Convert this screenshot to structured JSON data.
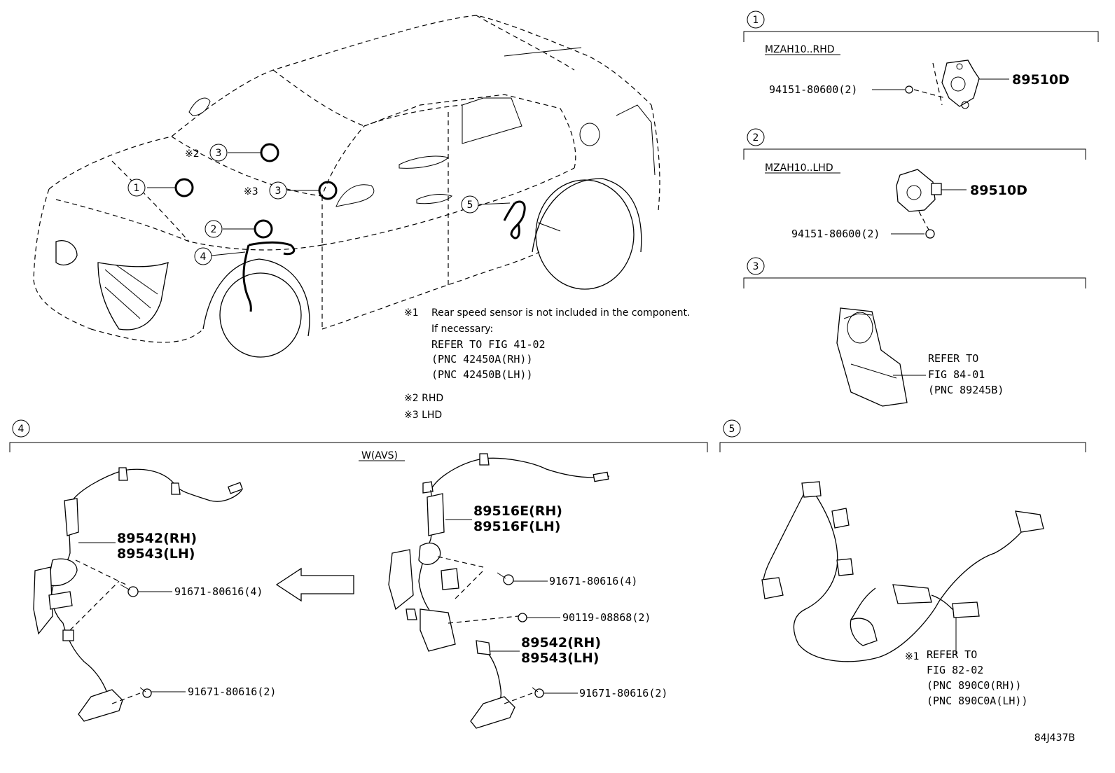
{
  "diagram_id": "84J437B",
  "callouts": {
    "c1": "1",
    "c2": "2",
    "c3": "3",
    "c4": "4",
    "c5": "5"
  },
  "car_labels": {
    "rhd_mark": "※2",
    "lhd_mark": "※3"
  },
  "notes": {
    "n1_mark": "※1",
    "n1_text": "Rear speed sensor is not included in the component.",
    "n1_l2": "If necessary:",
    "n1_l3": "REFER TO FIG 41-02",
    "n1_l4": "(PNC 42450A(RH))",
    "n1_l5": "(PNC 42450B(LH))",
    "n2": "※2 RHD",
    "n3": "※3 LHD"
  },
  "section1": {
    "variant": "MZAH10..RHD",
    "part": "89510D",
    "nut": "94151-80600(2)"
  },
  "section2": {
    "variant": "MZAH10..LHD",
    "part": "89510D",
    "nut": "94151-80600(2)"
  },
  "section3": {
    "ref_l1": "REFER TO",
    "ref_l2": "FIG 84-01",
    "ref_l3": "(PNC 89245B)"
  },
  "section4": {
    "variant": "W(AVS)",
    "left_p1": "89542(RH)",
    "left_p2": "89543(LH)",
    "left_bolt1": "91671-80616(4)",
    "left_bolt2": "91671-80616(2)",
    "right_p1": "89516E(RH)",
    "right_p2": "89516F(LH)",
    "right_bolt1": "91671-80616(4)",
    "right_bolt2": "90119-08868(2)",
    "right_p3": "89542(RH)",
    "right_p4": "89543(LH)",
    "right_bolt3": "91671-80616(2)"
  },
  "section5": {
    "mark": "※1",
    "ref_l1": "REFER TO",
    "ref_l2": "FIG 82-02",
    "ref_l3": "(PNC 890C0(RH))",
    "ref_l4": "(PNC 890C0A(LH))"
  }
}
